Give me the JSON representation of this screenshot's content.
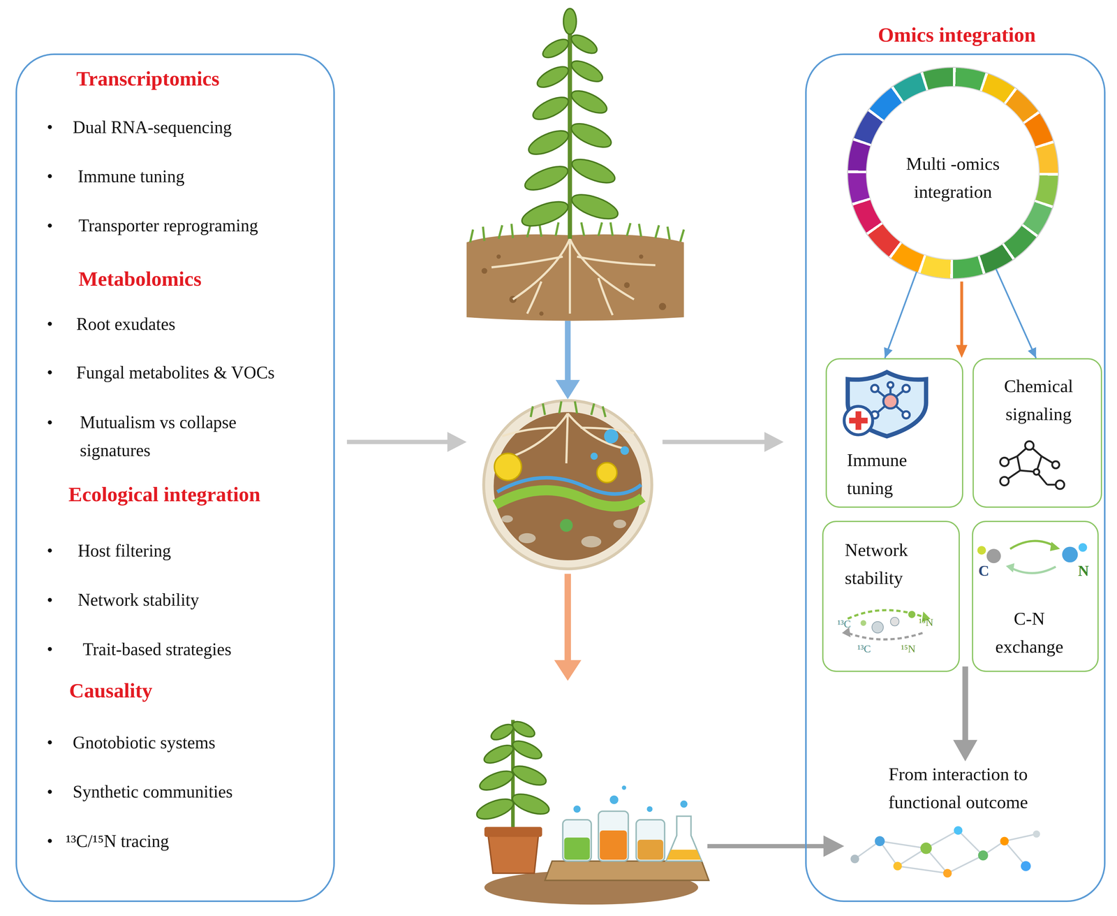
{
  "diagram": {
    "nodes": [
      {
        "text": [
          "Transcriptomics",
          "Dual RNA-sequencing",
          "Immune tuning",
          "Transporter reprograming",
          "Metabolomics",
          "Root exudates",
          "Fungal metabolites & VOCs",
          "Mutualism vs collapse signatures",
          "Ecological integration",
          "Host filtering",
          "Network stability",
          "Trait-based strategies",
          "Causality",
          "Gnotobiotic systems",
          "Synthetic communities",
          "¹³C/¹⁵N tracing"
        ]
      },
      {
        "text": [
          "Omics integration"
        ]
      },
      {
        "text": [
          "Multi -omics integration"
        ],
        "in": 1
      },
      {
        "text": [
          "Immune tuning"
        ],
        "in": 1
      },
      {
        "text": [
          "Chemical signaling"
        ],
        "in": 1
      },
      {
        "text": [
          "Network stability"
        ],
        "in": 1
      },
      {
        "text": [
          "C-N exchange"
        ],
        "in": 1
      }
    ],
    "edges": [
      {
        "from": 2,
        "to": 3,
        "arrow": "to"
      },
      {
        "from": 2,
        "to": 4,
        "arrow": "to"
      }
    ],
    "labels": [
      "From interaction to functional outcome",
      "¹³C",
      "¹⁵N",
      "¹³C",
      "¹⁵N",
      "C",
      "N"
    ]
  }
}
